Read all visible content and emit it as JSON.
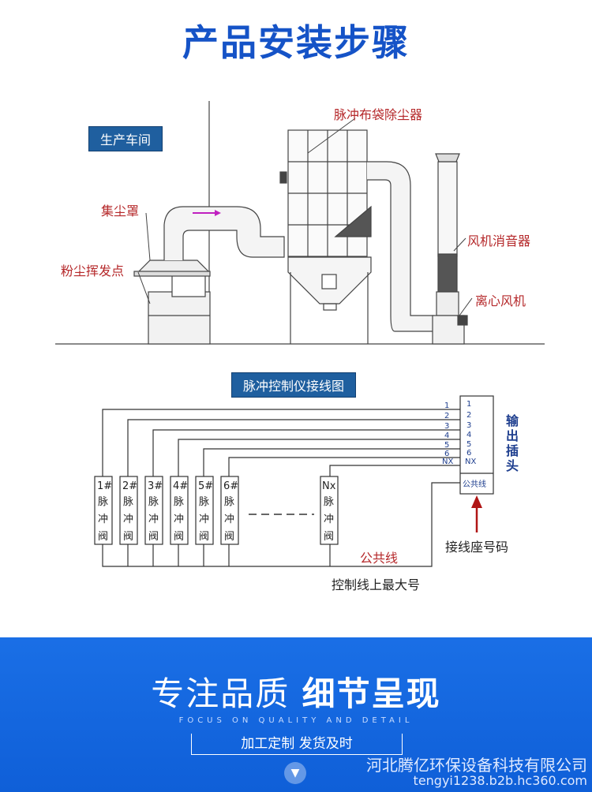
{
  "page_title": "产品安装步骤",
  "top_diagram": {
    "workshop_tag": "生产车间",
    "labels": {
      "pulse_bag_filter": "脉冲布袋除尘器",
      "dust_hood": "集尘罩",
      "dust_source": "粉尘挥发点",
      "fan_silencer": "风机消音器",
      "centrifugal_fan": "离心风机"
    }
  },
  "wiring_diagram": {
    "title_tag": "脉冲控制仪接线图",
    "line_labels": [
      "1",
      "2",
      "3",
      "4",
      "5",
      "6",
      "NX"
    ],
    "box_numbers": [
      "1",
      "2",
      "3",
      "4",
      "5",
      "6",
      "NX"
    ],
    "common_line_box": "公共线",
    "output_socket": "输出插头",
    "valves": [
      {
        "id": "1#",
        "l1": "脉",
        "l2": "冲",
        "l3": "阀"
      },
      {
        "id": "2#",
        "l1": "脉",
        "l2": "冲",
        "l3": "阀"
      },
      {
        "id": "3#",
        "l1": "脉",
        "l2": "冲",
        "l3": "阀"
      },
      {
        "id": "4#",
        "l1": "脉",
        "l2": "冲",
        "l3": "阀"
      },
      {
        "id": "5#",
        "l1": "脉",
        "l2": "冲",
        "l3": "阀"
      },
      {
        "id": "6#",
        "l1": "脉",
        "l2": "冲",
        "l3": "阀"
      },
      {
        "id": "Nx",
        "l1": "脉",
        "l2": "冲",
        "l3": "阀"
      }
    ],
    "common_line_label": "公共线",
    "socket_code_label": "接线座号码",
    "max_label": "控制线上最大号"
  },
  "footer": {
    "slogan_a": "专注品质",
    "slogan_b": "细节呈现",
    "slogan_en": "FOCUS ON QUALITY AND DETAIL",
    "pill": "加工定制 发货及时",
    "watermark_company": "河北腾亿环保设备科技有限公司",
    "watermark_url": "tengyi1238.b2b.hc360.com",
    "chevron_icon": "chevron-down-icon"
  }
}
